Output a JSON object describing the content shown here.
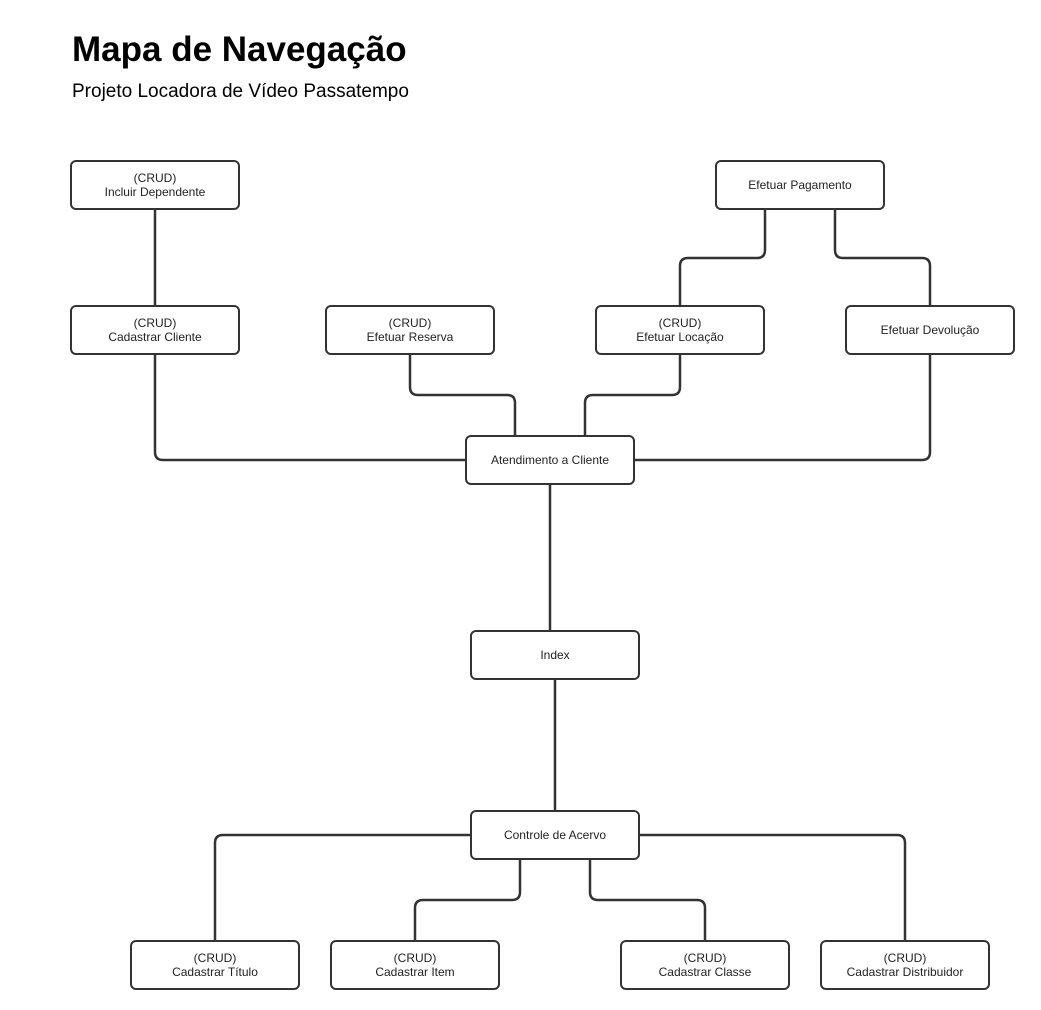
{
  "header": {
    "title": "Mapa de Navegação",
    "subtitle": "Projeto Locadora de Vídeo Passatempo"
  },
  "nodes": {
    "incluir_dependente": {
      "tag": "(CRUD)",
      "label": "Incluir Dependente"
    },
    "efetuar_pagamento": {
      "label": "Efetuar Pagamento"
    },
    "cadastrar_cliente": {
      "tag": "(CRUD)",
      "label": "Cadastrar Cliente"
    },
    "efetuar_reserva": {
      "tag": "(CRUD)",
      "label": "Efetuar Reserva"
    },
    "efetuar_locacao": {
      "tag": "(CRUD)",
      "label": "Efetuar Locação"
    },
    "efetuar_devolucao": {
      "label": "Efetuar Devolução"
    },
    "atendimento_cliente": {
      "label": "Atendimento a Cliente"
    },
    "index": {
      "label": "Index"
    },
    "controle_acervo": {
      "label": "Controle de Acervo"
    },
    "cadastrar_titulo": {
      "tag": "(CRUD)",
      "label": "Cadastrar Título"
    },
    "cadastrar_item": {
      "tag": "(CRUD)",
      "label": "Cadastrar Item"
    },
    "cadastrar_classe": {
      "tag": "(CRUD)",
      "label": "Cadastrar Classe"
    },
    "cadastrar_distribuidor": {
      "tag": "(CRUD)",
      "label": "Cadastrar Distribuidor"
    }
  },
  "edges": [
    [
      "incluir_dependente",
      "cadastrar_cliente"
    ],
    [
      "cadastrar_cliente",
      "atendimento_cliente"
    ],
    [
      "efetuar_reserva",
      "atendimento_cliente"
    ],
    [
      "efetuar_locacao",
      "atendimento_cliente"
    ],
    [
      "efetuar_devolucao",
      "atendimento_cliente"
    ],
    [
      "efetuar_pagamento",
      "efetuar_locacao"
    ],
    [
      "efetuar_pagamento",
      "efetuar_devolucao"
    ],
    [
      "atendimento_cliente",
      "index"
    ],
    [
      "index",
      "controle_acervo"
    ],
    [
      "controle_acervo",
      "cadastrar_titulo"
    ],
    [
      "controle_acervo",
      "cadastrar_item"
    ],
    [
      "controle_acervo",
      "cadastrar_classe"
    ],
    [
      "controle_acervo",
      "cadastrar_distribuidor"
    ]
  ]
}
